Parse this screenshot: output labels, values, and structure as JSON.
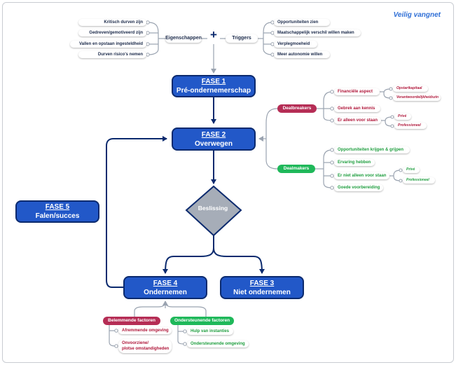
{
  "title": "Veilig vangnet",
  "eigenschappen": {
    "label": "Eigenschappen",
    "items": [
      "Kritisch durven zijn",
      "Gedreven/gemotiveerd zijn",
      "Vallen en opstaan ingesteldheid",
      "Durven risico's nemen"
    ]
  },
  "triggers": {
    "label": "Triggers",
    "items": [
      "Opportuniteiten zien",
      "Maatschappelijk  verschil willen maken",
      "Verplegmoeheid",
      "Meer autonomie willen"
    ]
  },
  "phases": {
    "fase1": {
      "name": "FASE 1",
      "label": "Pré-ondernemerschap"
    },
    "fase2": {
      "name": "FASE 2",
      "label": "Overwegen"
    },
    "fase3": {
      "name": "FASE 3",
      "label": "Niet ondernemen"
    },
    "fase4": {
      "name": "FASE 4",
      "label": "Ondernemen"
    },
    "fase5": {
      "name": "FASE 5",
      "label": "Falen/succes"
    }
  },
  "beslissing": "Beslissing",
  "dealbreakers": {
    "label": "Dealbreakers",
    "items": [
      {
        "label": "Financiële aspect",
        "subs": [
          "Opstartkapitaal",
          "Verantwoordelijkheidszin"
        ]
      },
      {
        "label": "Gebrek aan kennis",
        "subs": []
      },
      {
        "label": "Er alleen voor staan",
        "subs": [
          "Privé",
          "Professioneel"
        ]
      }
    ]
  },
  "dealmakers": {
    "label": "Dealmakers",
    "items": [
      {
        "label": "Opportuniteiten krijgen & grijpen",
        "subs": []
      },
      {
        "label": "Ervaring hebben",
        "subs": []
      },
      {
        "label": "Er niet alleen voor staan",
        "subs": [
          "Privé",
          "Professioneel"
        ]
      },
      {
        "label": "Goede voorbereiding",
        "subs": []
      }
    ]
  },
  "belemmerende": {
    "label": "Belemmende factoren",
    "items": [
      "Afremmende omgeving",
      "Onvoorziene/",
      "plotse omstandigheden"
    ]
  },
  "ondersteunende": {
    "label": "Ondersteunende factoren",
    "items": [
      "Hulp van instanties",
      "Ondersteunende omgeving"
    ]
  },
  "colors": {
    "phase_fill": "#2258c8",
    "phase_border": "#0b2a6e",
    "dealbreaker": "#b52d55",
    "dealmaker": "#1fb85a",
    "diamond": "#a6adb8",
    "title": "#2f6fd6"
  }
}
